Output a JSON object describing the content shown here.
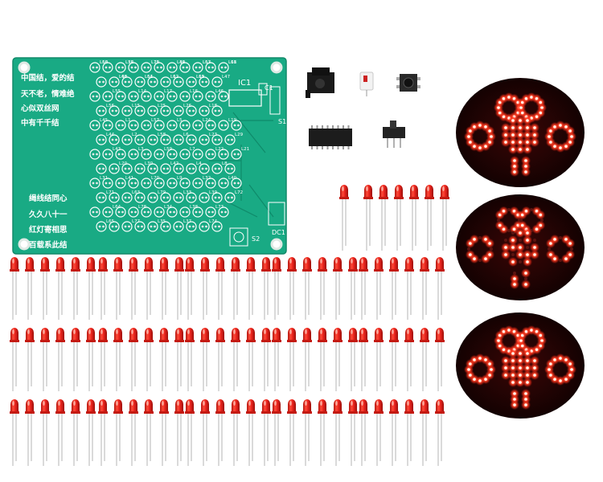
{
  "pcb": {
    "poem_lines": [
      "中国结，爱的结",
      "天不老，情难绝",
      "心似双丝网",
      "中有千千结",
      "绳线结同心",
      "久久八十一",
      "红灯寄相思",
      "百载系此结"
    ],
    "component_labels": {
      "ic": "IC1",
      "cap": "C1",
      "header": "S1",
      "dc": "DC1",
      "switch": "S2"
    },
    "led_labels": [
      "L50",
      "L52",
      "L10",
      "L49",
      "L53",
      "L11",
      "L48",
      "L54",
      "L12",
      "L13",
      "L47",
      "L55",
      "L14",
      "L17",
      "L16",
      "L46",
      "L56",
      "L15",
      "L25",
      "L26",
      "L18",
      "L45",
      "L1",
      "L57",
      "L5",
      "L24",
      "L19",
      "L44",
      "L2",
      "L58",
      "L6",
      "L23",
      "L29",
      "L43",
      "L3",
      "L59",
      "L7",
      "L22",
      "L21",
      "L20",
      "L30",
      "L42",
      "L4",
      "L8",
      "L31",
      "L41",
      "L70",
      "L9",
      "L32",
      "L40",
      "L71",
      "L63",
      "L79",
      "L33",
      "L39",
      "L72",
      "L64",
      "L78",
      "L34",
      "L38",
      "L73",
      "L65",
      "L77",
      "L35",
      "L37",
      "L74",
      "L66",
      "L76",
      "L75",
      "L36",
      "L67",
      "L68",
      "L60",
      "L61",
      "L62",
      "L69"
    ]
  },
  "photos": {
    "colors": {
      "board": "#19aa84",
      "led_red": "#e8231c",
      "glow": "#ff3a24",
      "dark": "#120202"
    }
  }
}
